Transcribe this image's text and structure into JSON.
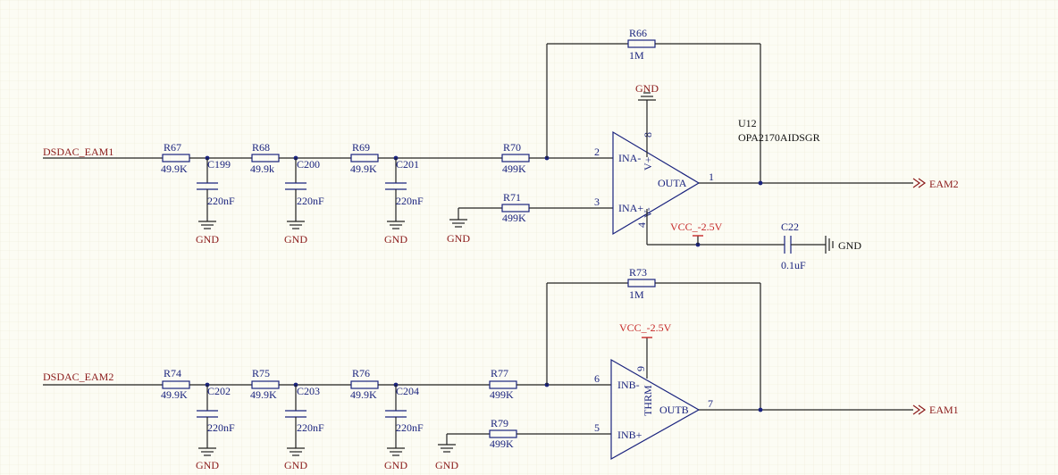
{
  "colors": {
    "background": "#fcfcf4",
    "grid": "#ece9d6",
    "wire": "#222222",
    "component": "#1a237e",
    "power": "#c62828",
    "port": "#8b1a1a"
  },
  "nets": {
    "in1": "DSDAC_EAM1",
    "in2": "DSDAC_EAM2",
    "out1": "EAM2",
    "out2": "EAM1",
    "gnd": "GND",
    "vcc": "VCC_-2.5V"
  },
  "u12": {
    "ref": "U12",
    "part": "OPA2170AIDSGR"
  },
  "opa_a": {
    "pin_neg": "INA-",
    "pin_pos": "INA+",
    "pin_out": "OUTA",
    "pin_vp": "V+",
    "pin_vm": "V-",
    "num_neg": "2",
    "num_pos": "3",
    "num_out": "1",
    "num_vp": "8",
    "num_vm": "4"
  },
  "opa_b": {
    "pin_neg": "INB-",
    "pin_pos": "INB+",
    "pin_out": "OUTB",
    "pin_thrm": "THRM",
    "num_neg": "6",
    "num_pos": "5",
    "num_out": "7",
    "num_thrm": "9"
  },
  "resistors": [
    {
      "ref": "R67",
      "value": "49.9K"
    },
    {
      "ref": "R68",
      "value": "49.9k"
    },
    {
      "ref": "R69",
      "value": "49.9K"
    },
    {
      "ref": "R70",
      "value": "499K"
    },
    {
      "ref": "R71",
      "value": "499K"
    },
    {
      "ref": "R66",
      "value": "1M"
    },
    {
      "ref": "R74",
      "value": "49.9K"
    },
    {
      "ref": "R75",
      "value": "49.9K"
    },
    {
      "ref": "R76",
      "value": "49.9K"
    },
    {
      "ref": "R77",
      "value": "499K"
    },
    {
      "ref": "R79",
      "value": "499K"
    },
    {
      "ref": "R73",
      "value": "1M"
    }
  ],
  "capacitors": [
    {
      "ref": "C199",
      "value": "220nF"
    },
    {
      "ref": "C200",
      "value": "220nF"
    },
    {
      "ref": "C201",
      "value": "220nF"
    },
    {
      "ref": "C202",
      "value": "220nF"
    },
    {
      "ref": "C203",
      "value": "220nF"
    },
    {
      "ref": "C204",
      "value": "220nF"
    },
    {
      "ref": "C22",
      "value": "0.1uF"
    }
  ]
}
